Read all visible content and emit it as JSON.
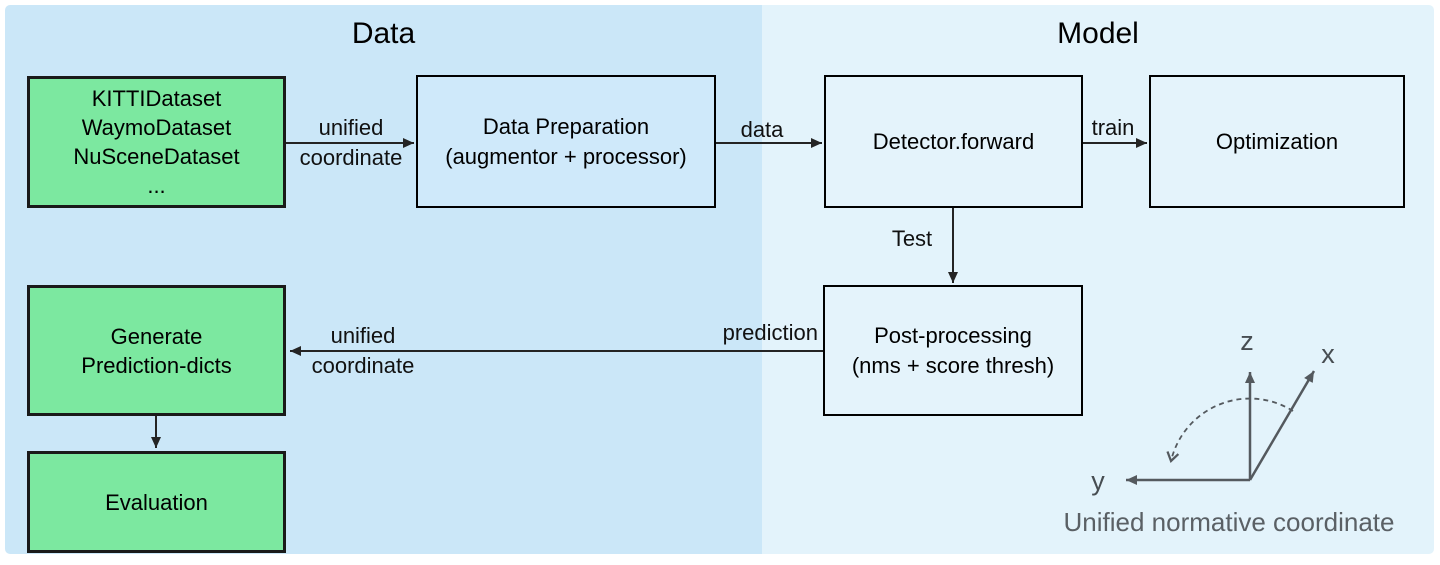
{
  "regions": {
    "data": {
      "title": "Data"
    },
    "model": {
      "title": "Model"
    }
  },
  "nodes": {
    "datasets": {
      "lines": [
        "KITTIDataset",
        "WaymoDataset",
        "NuSceneDataset",
        "..."
      ]
    },
    "data_preparation": {
      "lines": [
        "Data Preparation",
        "(augmentor + processor)"
      ]
    },
    "detector_forward": {
      "lines": [
        "Detector.forward"
      ]
    },
    "optimization": {
      "lines": [
        "Optimization"
      ]
    },
    "post_processing": {
      "lines": [
        "Post-processing",
        "(nms + score thresh)"
      ]
    },
    "generate_prediction_dicts": {
      "lines": [
        "Generate",
        "Prediction-dicts"
      ]
    },
    "evaluation": {
      "lines": [
        "Evaluation"
      ]
    }
  },
  "edge_labels": {
    "unified_coordinate_top": {
      "line1": "unified",
      "line2": "coordinate"
    },
    "data": "data",
    "train": "train",
    "test": "Test",
    "prediction": "prediction",
    "unified_coordinate_bottom": {
      "line1": "unified",
      "line2": "coordinate"
    }
  },
  "coordinate_axes": {
    "z": "z",
    "x": "x",
    "y": "y",
    "caption": "Unified normative coordinate"
  },
  "colors": {
    "data_region_bg": "#cbe7f8",
    "model_region_bg": "#e3f3fb",
    "green_node_fill": "#7ce8a0",
    "green_node_border": "#1a1a1a",
    "data_node_fill": "#cfe9fa",
    "model_node_fill": "#e4f3fb",
    "node_border": "#000000",
    "arrow": "#242424",
    "axis": "#54595e",
    "caption_text": "#5a6065"
  }
}
